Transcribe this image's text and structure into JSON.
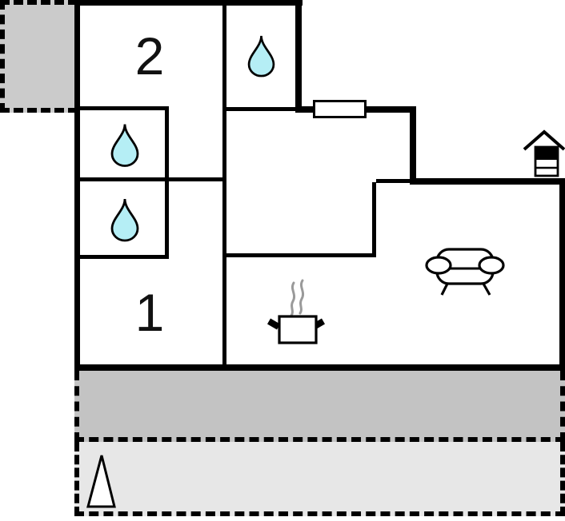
{
  "plan": {
    "title": "holiday-home-floor-plan",
    "rooms": [
      {
        "id": "bedroom-2",
        "label": "2"
      },
      {
        "id": "bedroom-1",
        "label": "1"
      }
    ],
    "icons": {
      "water_drop_top_bathroom": "water-drop",
      "water_drop_bathroom_a": "water-drop",
      "water_drop_bathroom_b": "water-drop",
      "kitchen": "cooking-pot-with-steam",
      "living_room": "sofa",
      "fireplace": "chimney-stove",
      "garden": "tree-triangle",
      "entrance": "window-door-symbol"
    },
    "colors": {
      "wall": "#000000",
      "water_drop_fill": "#b5eef5",
      "balcony_fill": "#cbcbcb",
      "terrace_fill": "#c3c3c3",
      "garden_fill": "#e7e7e7",
      "steam": "#9a9a9a",
      "icon_fill": "#ffffff"
    }
  }
}
